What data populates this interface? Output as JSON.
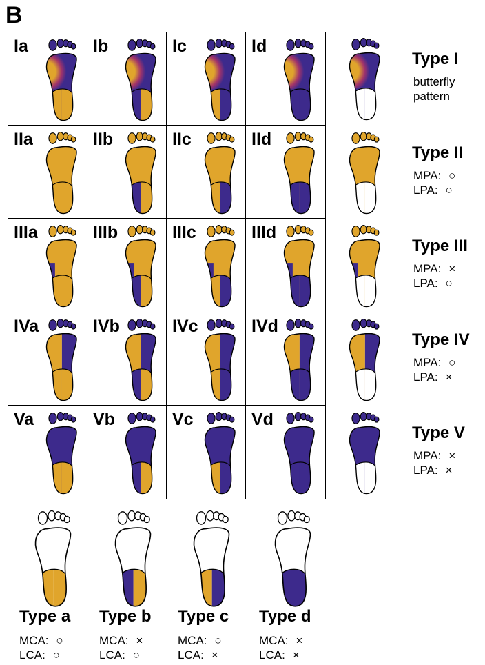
{
  "panel_letter": "B",
  "colors": {
    "blue": "#3d2a8c",
    "gold": "#e0a52c",
    "white": "#ffffff",
    "stroke": "#000000"
  },
  "grid_rows": [
    {
      "type": "I",
      "cells": [
        "Ia",
        "Ib",
        "Ic",
        "Id"
      ]
    },
    {
      "type": "II",
      "cells": [
        "IIa",
        "IIb",
        "IIc",
        "IId"
      ]
    },
    {
      "type": "III",
      "cells": [
        "IIIa",
        "IIIb",
        "IIIc",
        "IIId"
      ]
    },
    {
      "type": "IV",
      "cells": [
        "IVa",
        "IVb",
        "IVc",
        "IVd"
      ]
    },
    {
      "type": "V",
      "cells": [
        "Va",
        "Vb",
        "Vc",
        "Vd"
      ]
    }
  ],
  "type_legend": [
    {
      "title": "Type I",
      "line1": "butterfly",
      "line2": "pattern"
    },
    {
      "title": "Type II",
      "line1": "MPA:",
      "mark1": "○",
      "line2": "LPA:",
      "mark2": "○"
    },
    {
      "title": "Type III",
      "line1": "MPA:",
      "mark1": "×",
      "line2": "LPA:",
      "mark2": "○"
    },
    {
      "title": "Type IV",
      "line1": "MPA:",
      "mark1": "○",
      "line2": "LPA:",
      "mark2": "×"
    },
    {
      "title": "Type V",
      "line1": "MPA:",
      "mark1": "×",
      "line2": "LPA:",
      "mark2": "×"
    }
  ],
  "heel_types": [
    {
      "title": "Type a",
      "line1": "MCA:",
      "mark1": "○",
      "line2": "LCA:",
      "mark2": "○"
    },
    {
      "title": "Type b",
      "line1": "MCA:",
      "mark1": "×",
      "line2": "LCA:",
      "mark2": "○"
    },
    {
      "title": "Type c",
      "line1": "MCA:",
      "mark1": "○",
      "line2": "LCA:",
      "mark2": "×"
    },
    {
      "title": "Type d",
      "line1": "MCA:",
      "mark1": "×",
      "line2": "LCA:",
      "mark2": "×"
    }
  ]
}
